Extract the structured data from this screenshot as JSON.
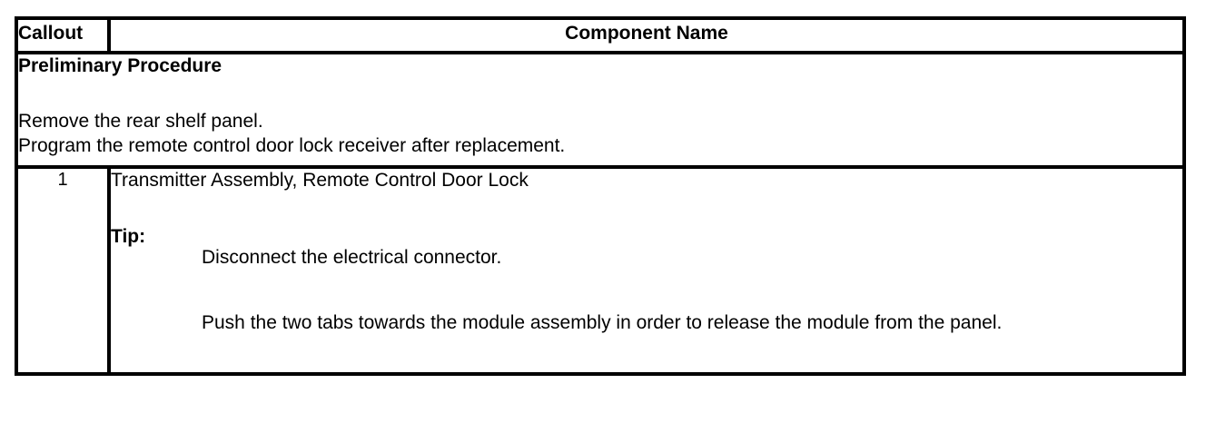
{
  "document": {
    "type": "service-procedure-table",
    "background_color": "#ffffff",
    "text_color": "#000000",
    "border_color": "#000000"
  },
  "table": {
    "header": {
      "callout_label": "Callout",
      "component_label": "Component Name"
    },
    "rows": [
      {
        "kind": "preliminary",
        "callout": "",
        "title": "Preliminary Procedure",
        "lines": [
          "Remove the rear shelf panel.",
          "Program the remote control door lock receiver after replacement."
        ]
      },
      {
        "kind": "component",
        "callout": "1",
        "component_name": "Transmitter Assembly, Remote Control Door Lock",
        "tip_label": "Tip:",
        "tip_lines": [
          "Disconnect the electrical connector.",
          "Push the two tabs towards the module assembly in order to release the module from the panel."
        ]
      }
    ]
  }
}
